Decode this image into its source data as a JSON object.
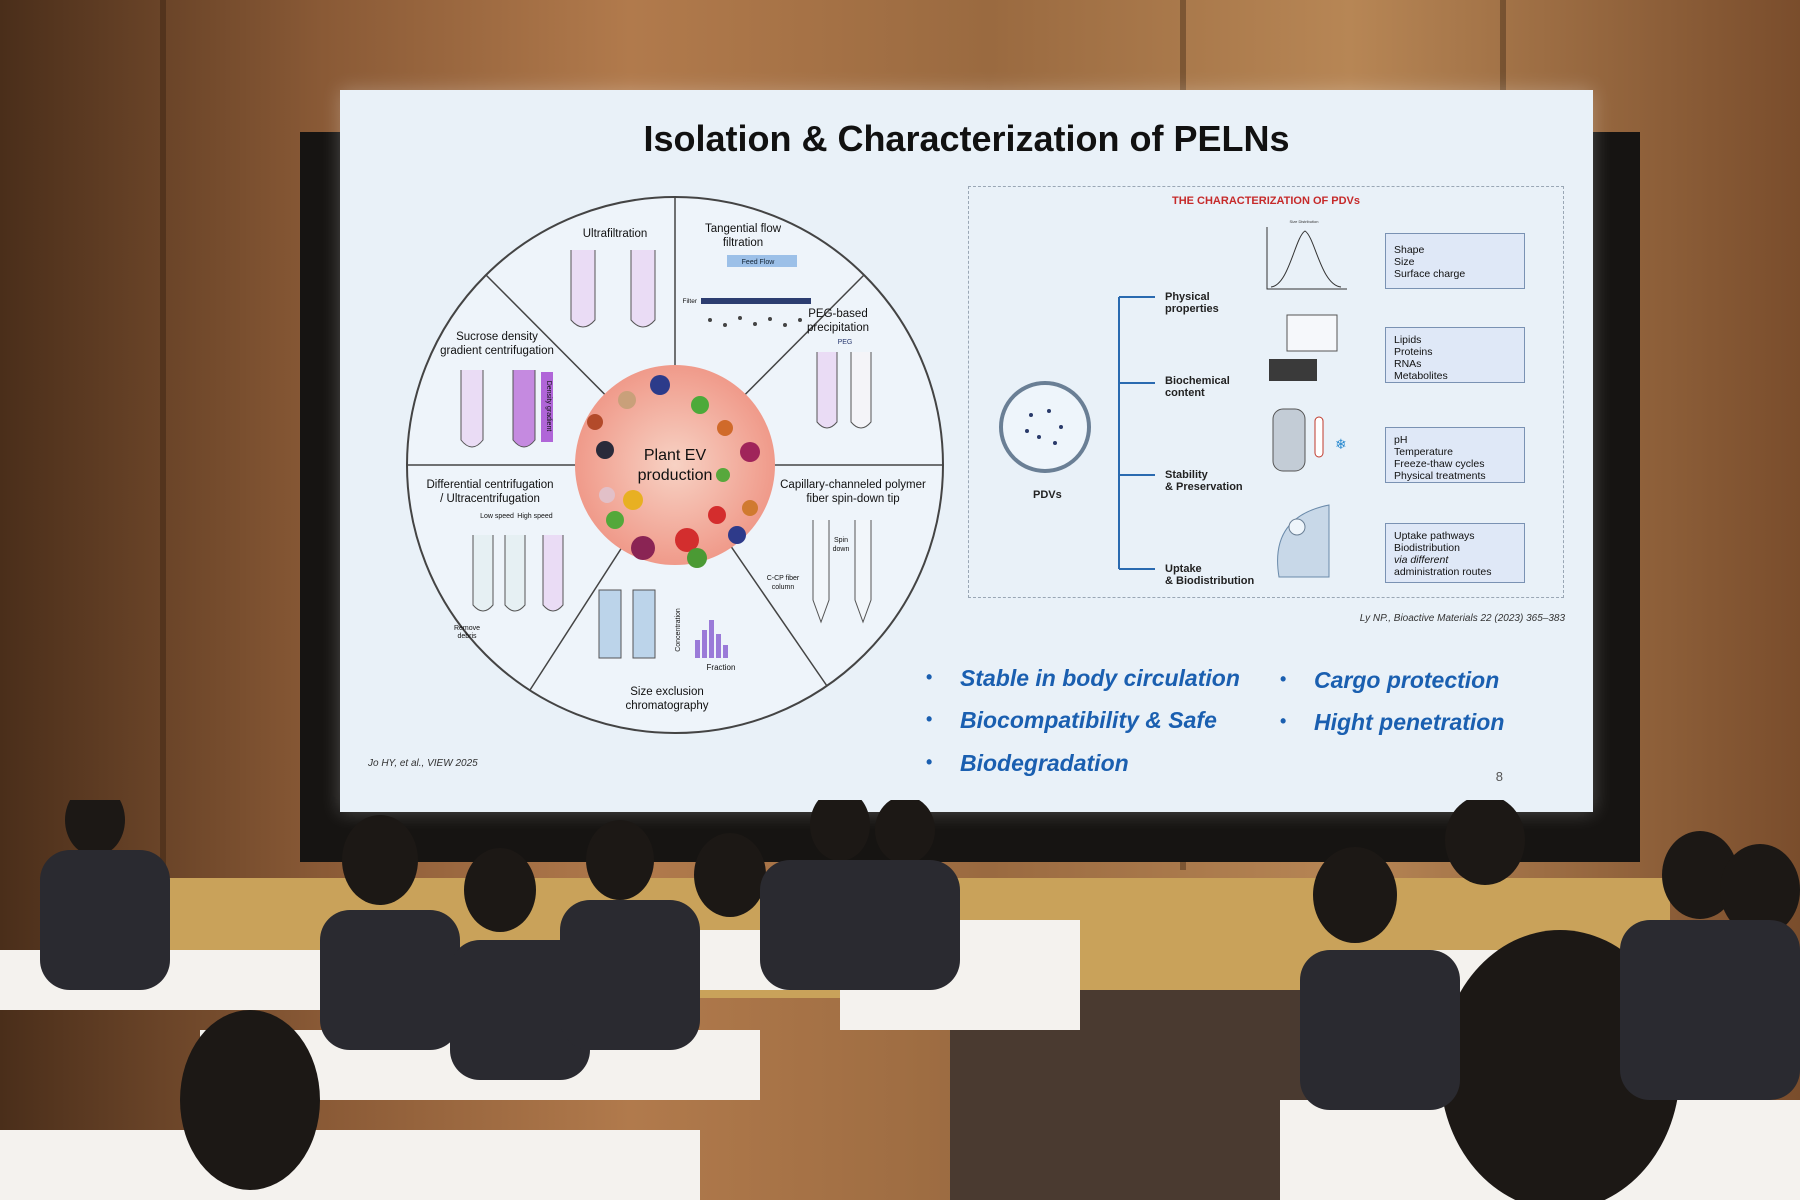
{
  "slide": {
    "title": "Isolation & Characterization of PELNs",
    "page_number": "8",
    "left_citation": "Jo HY, et al., VIEW 2025",
    "right_citation": "Ly NP., Bioactive Materials 22 (2023) 365–383"
  },
  "wheel": {
    "center_line1": "Plant EV",
    "center_line2": "production",
    "segments": {
      "ultrafiltration": "Ultrafiltration",
      "tff_line1": "Tangential flow",
      "tff_line2": "filtration",
      "feed_flow": "Feed Flow",
      "filter": "Filter",
      "peg_line1": "PEG-based",
      "peg_line2": "precipitation",
      "peg": "PEG",
      "sucrose_line1": "Sucrose density",
      "sucrose_line2": "gradient centrifugation",
      "density_gradient": "Density gradient",
      "diff_line1": "Differential centrifugation",
      "diff_line2": "/ Ultracentrifugation",
      "low_speed": "Low speed",
      "high_speed": "High speed",
      "remove_debris_line1": "Remove",
      "remove_debris_line2": "debris",
      "capillary_line1": "Capillary-channeled polymer",
      "capillary_line2": "fiber spin-down tip",
      "spin_down_line1": "Spin",
      "spin_down_line2": "down",
      "ccp_line1": "C-CP fiber",
      "ccp_line2": "column",
      "sec_line1": "Size exclusion",
      "sec_line2": "chromatography",
      "concentration": "Concentration",
      "fraction": "Fraction"
    }
  },
  "characterization": {
    "title": "THE CHARACTERIZATION OF PDVs",
    "pdvs_label": "PDVs",
    "size_distribution": "Size Distribution",
    "categories": [
      {
        "line1": "Physical",
        "line2": "properties",
        "items": [
          "Shape",
          "Size",
          "Surface charge"
        ]
      },
      {
        "line1": "Biochemical",
        "line2": "content",
        "items": [
          "Lipids",
          "Proteins",
          "RNAs",
          "Metabolites"
        ]
      },
      {
        "line1": "Stability",
        "line2": "& Preservation",
        "items": [
          "pH",
          "Temperature",
          "Freeze-thaw cycles",
          "Physical treatments"
        ]
      },
      {
        "line1": "Uptake",
        "line2": "& Biodistribution",
        "items": [
          "Uptake pathways",
          "Biodistribution",
          "via different",
          "administration routes"
        ]
      }
    ]
  },
  "bullets": [
    "Stable in body circulation",
    "Biocompatibility & Safe",
    "Biodegradation",
    "Cargo protection",
    "Hight penetration"
  ]
}
